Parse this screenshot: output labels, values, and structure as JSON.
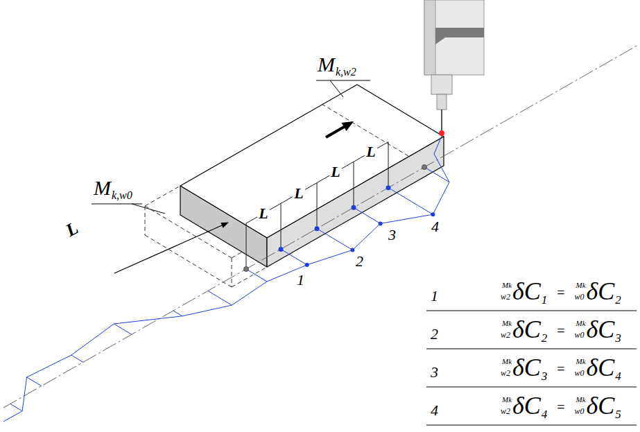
{
  "diagram": {
    "labels": [
      "M",
      "k,w2",
      "M",
      "k,w0",
      "L",
      "L",
      "L",
      "L",
      "L",
      "1",
      "2",
      "3",
      "4",
      "1",
      "Mk",
      "w2",
      "δC",
      "1",
      "=",
      "Mk",
      "w0",
      "δC",
      "2",
      "2",
      "Mk",
      "w2",
      "δC",
      "2",
      "=",
      "Mk",
      "w0",
      "δC",
      "3",
      "3",
      "Mk",
      "w2",
      "δC",
      "3",
      "=",
      "Mk",
      "w0",
      "δC",
      "4",
      "4",
      "Mk",
      "w2",
      "δC",
      "4",
      "=",
      "Mk",
      "w0",
      "δC",
      "5"
    ]
  }
}
